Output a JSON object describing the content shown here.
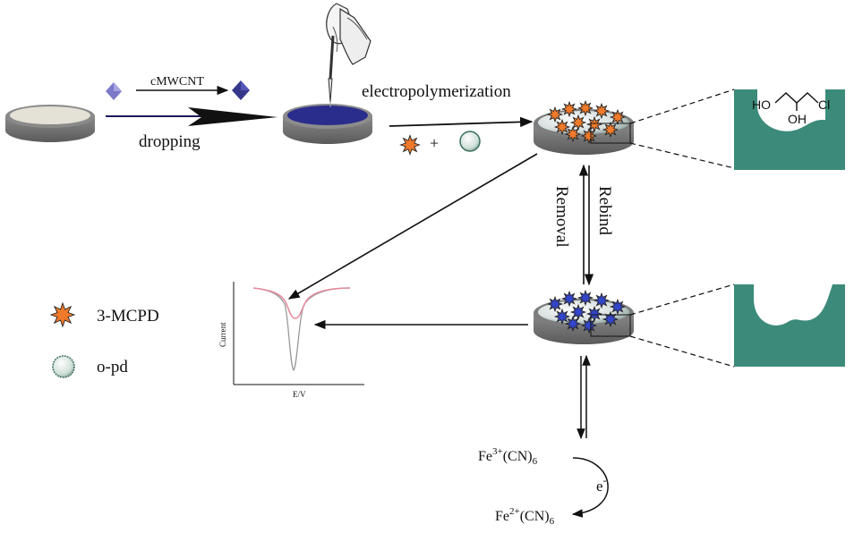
{
  "labels": {
    "cmwcnt": "cMWCNT",
    "dropping": "dropping",
    "electropolymerization": "electropolymerization",
    "plus": "+",
    "removal": "Removal",
    "rebind": "Rebind"
  },
  "legend": {
    "mcpd_label": "3-MCPD",
    "opd_label": "o-pd"
  },
  "molecule": {
    "ho": "HO",
    "oh": "OH",
    "cl": "Cl"
  },
  "voltammogram": {
    "ylabel": "Current",
    "xlabel": "E/V"
  },
  "redox": {
    "fe3_prefix": "Fe",
    "fe3_charge": "3+",
    "fe3_ligand": "(CN)",
    "fe3_sub": "6",
    "electron": "e",
    "electron_charge": "-",
    "fe2_prefix": "Fe",
    "fe2_charge": "2+",
    "fe2_ligand": "(CN)",
    "fe2_sub": "6"
  },
  "colors": {
    "blank_electrode": "#e4e2d6",
    "cmwcnt_electrode": "#2a2d8c",
    "imprint": "#3c8a7a",
    "template": "#f07a2a",
    "pink_curve": "#e4899a",
    "gray_curve": "#9a9a9a"
  }
}
